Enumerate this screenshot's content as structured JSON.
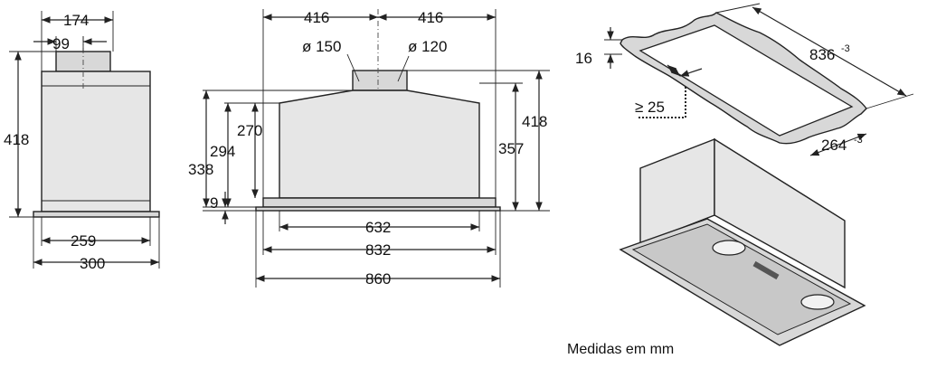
{
  "caption": "Medidas em mm",
  "side_view": {
    "d174": "174",
    "d99": "99",
    "d418": "418",
    "d259": "259",
    "d300": "300"
  },
  "front_view": {
    "d416_left": "416",
    "d416_right": "416",
    "d150": "ø 150",
    "d120": "ø 120",
    "d270": "270",
    "d294": "294",
    "d338": "338",
    "d9": "9",
    "d357": "357",
    "d418": "418",
    "d632": "632",
    "d832": "832",
    "d860": "860"
  },
  "cutout_view": {
    "d16": "16",
    "d836": "836",
    "d836_tol": "-3",
    "d25": "≥ 25",
    "d264": "264",
    "d264_tol": "-3"
  }
}
